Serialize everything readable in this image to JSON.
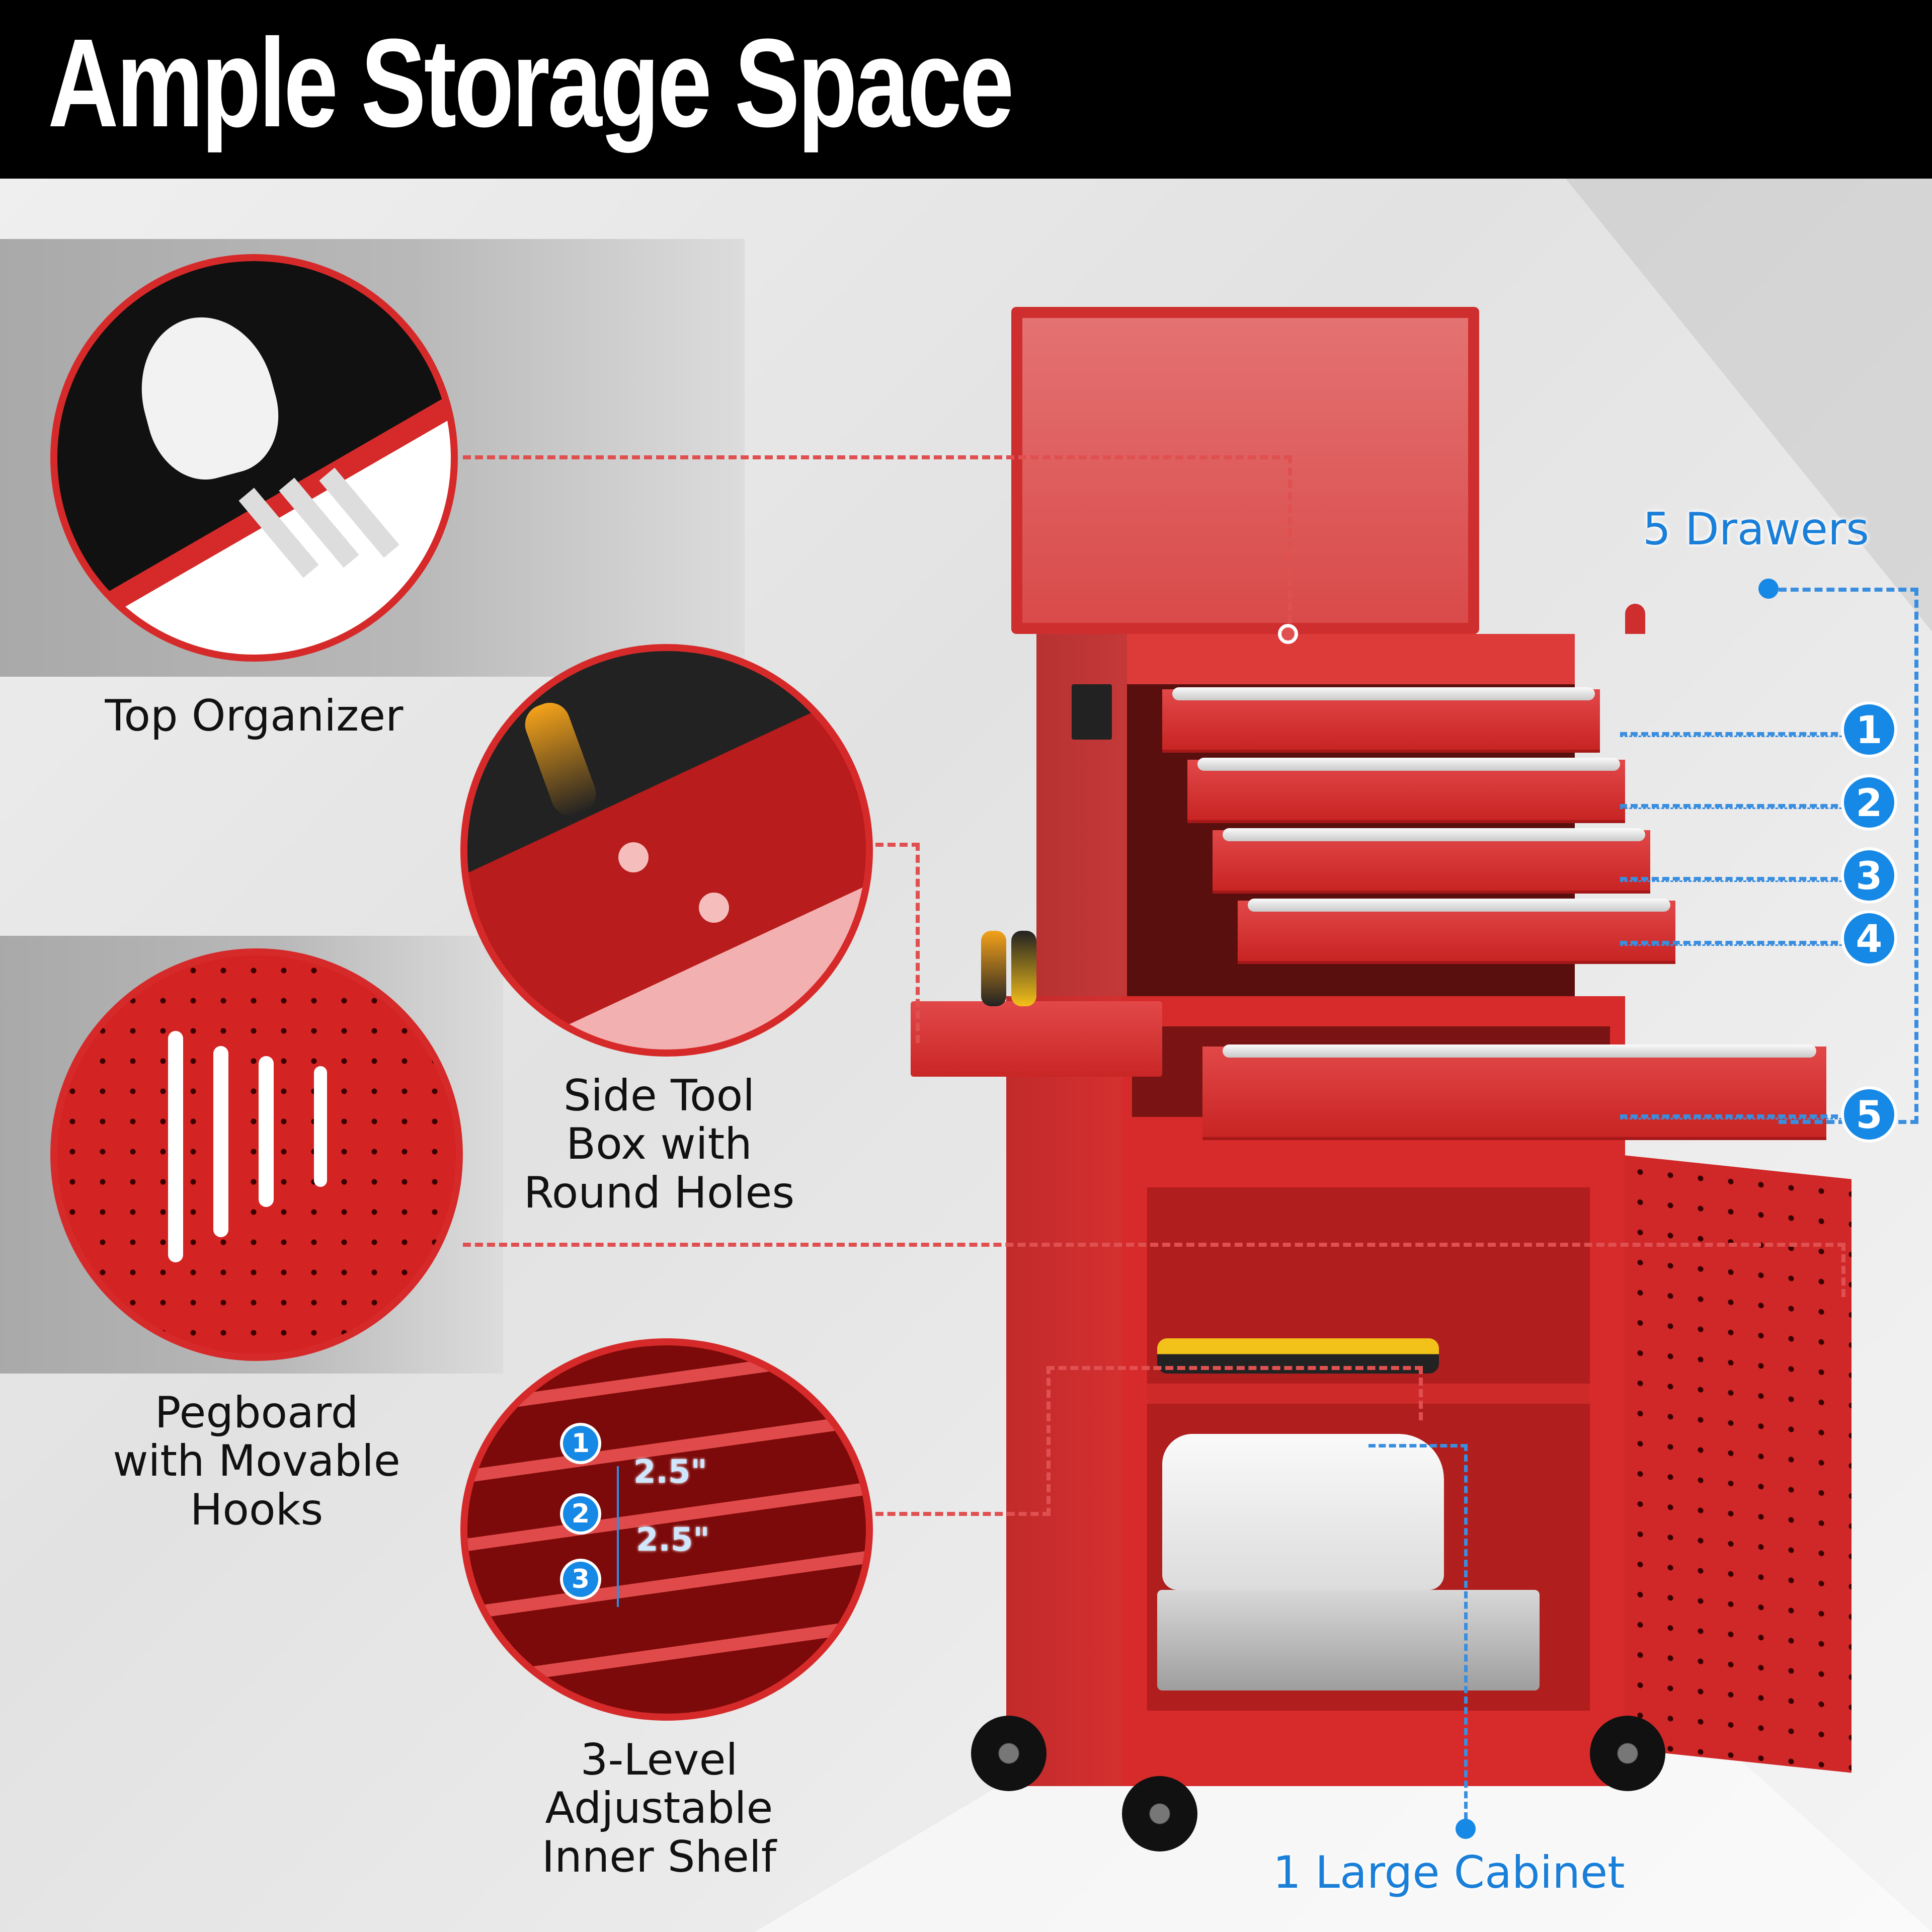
{
  "header": {
    "title": "Ample Storage Space"
  },
  "features_left": [
    {
      "id": "top-organizer",
      "label": "Top Organizer",
      "image": "gloves, hex keys, wrenches and utility knife on black foam tray"
    },
    {
      "id": "side-tool-box",
      "label_lines": [
        "Side Tool",
        "Box with",
        "Round Holes"
      ],
      "image": "screwdrivers in side tray with round holes"
    },
    {
      "id": "pegboard",
      "label_lines": [
        "Pegboard",
        "with Movable",
        "Hooks"
      ],
      "image": "wrenches hanging on hooks on red pegboard"
    },
    {
      "id": "inner-shelf",
      "label_lines": [
        "3-Level",
        "Adjustable",
        "Inner Shelf"
      ],
      "image": "three shelf levels inside cabinet"
    }
  ],
  "shelf_detail": {
    "levels": [
      "1",
      "2",
      "3"
    ],
    "spacings": [
      "2.5\"",
      "2.5\""
    ]
  },
  "drawers": {
    "label": "5 Drawers",
    "numbers": [
      "1",
      "2",
      "3",
      "4",
      "5"
    ]
  },
  "cabinet": {
    "label": "1 Large Cabinet"
  },
  "colors": {
    "header_bg": "#000000",
    "header_text": "#ffffff",
    "accent_blue": "#1688e6",
    "product_red": "#d72a2a",
    "callout_red": "#e05050",
    "background": "#e6e6e6"
  }
}
